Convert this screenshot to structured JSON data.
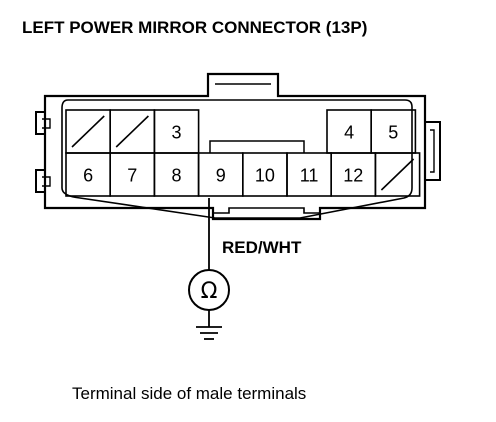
{
  "title": "LEFT POWER MIRROR CONNECTOR (13P)",
  "connector": {
    "top_row": [
      {
        "pin": "",
        "slashed": true
      },
      {
        "pin": "",
        "slashed": true
      },
      {
        "pin": "3",
        "slashed": false
      },
      {
        "pin": "4",
        "slashed": false
      },
      {
        "pin": "5",
        "slashed": false
      }
    ],
    "bottom_row": [
      {
        "pin": "6",
        "slashed": false
      },
      {
        "pin": "7",
        "slashed": false
      },
      {
        "pin": "8",
        "slashed": false
      },
      {
        "pin": "9",
        "slashed": false
      },
      {
        "pin": "10",
        "slashed": false
      },
      {
        "pin": "11",
        "slashed": false
      },
      {
        "pin": "12",
        "slashed": false
      },
      {
        "pin": "",
        "slashed": true
      }
    ]
  },
  "wire": {
    "color_label": "RED/WHT",
    "from_pin": "9"
  },
  "meter": {
    "symbol": "Ω",
    "icon": "ohmmeter-icon"
  },
  "ground": {
    "icon": "ground-icon"
  },
  "caption": "Terminal side of male terminals"
}
